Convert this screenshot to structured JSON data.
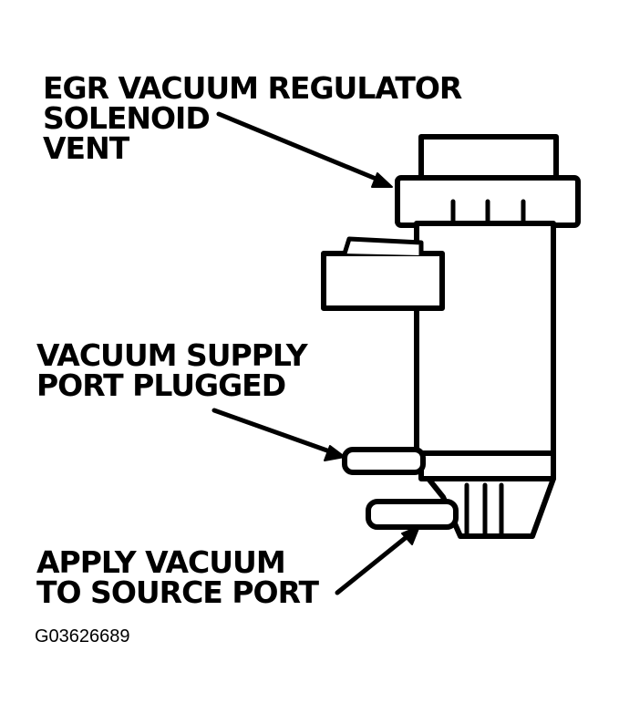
{
  "callouts": {
    "egr_vent": {
      "line1": "EGR VACUUM REGULATOR",
      "line2": "SOLENOID",
      "line3": "VENT"
    },
    "vacuum_supply": {
      "line1": "VACUUM SUPPLY",
      "line2": "PORT PLUGGED"
    },
    "apply_vacuum": {
      "line1": "APPLY VACUUM",
      "line2": "TO SOURCE PORT"
    }
  },
  "figure_id": "G03626689",
  "colors": {
    "ink": "#000000",
    "paper": "#ffffff"
  }
}
